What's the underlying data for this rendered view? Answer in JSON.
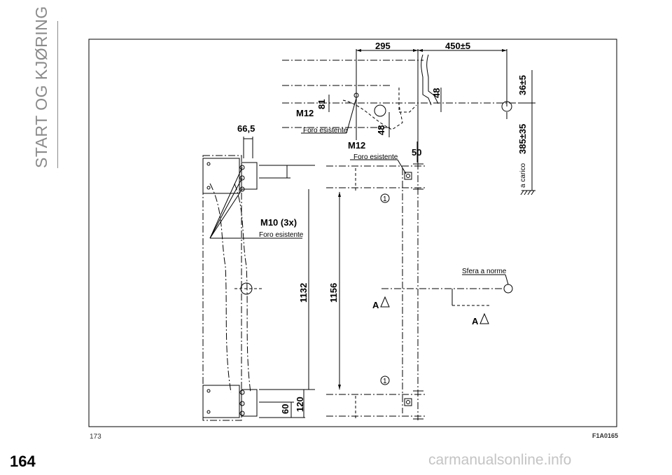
{
  "header": {
    "section_title": "START OG KJØRING"
  },
  "page": {
    "number": "164"
  },
  "figure": {
    "number": "173",
    "code": "F1A0165",
    "dimensions": {
      "d295": "295",
      "d450": "450±5",
      "d36": "36±5",
      "d385": "385±35",
      "d81": "81",
      "d48a": "48",
      "d48b": "48",
      "d50": "50",
      "d66": "66,5",
      "d1132": "1132",
      "d1156": "1156",
      "d120": "120",
      "d60": "60"
    },
    "labels": {
      "m12_top": "M12",
      "m12_mid": "M12",
      "m10": "M10 (3x)",
      "foro1": "Foro esistente",
      "foro2": "Foro esistente",
      "foro3": "Foro esistente",
      "carico": "a carico",
      "sfera": "Sfera a norme",
      "section_a1": "A",
      "section_a2": "A",
      "callout1_top": "1",
      "callout1_bottom": "1"
    }
  },
  "footer": {
    "watermark": "carmanualsonline.info"
  }
}
